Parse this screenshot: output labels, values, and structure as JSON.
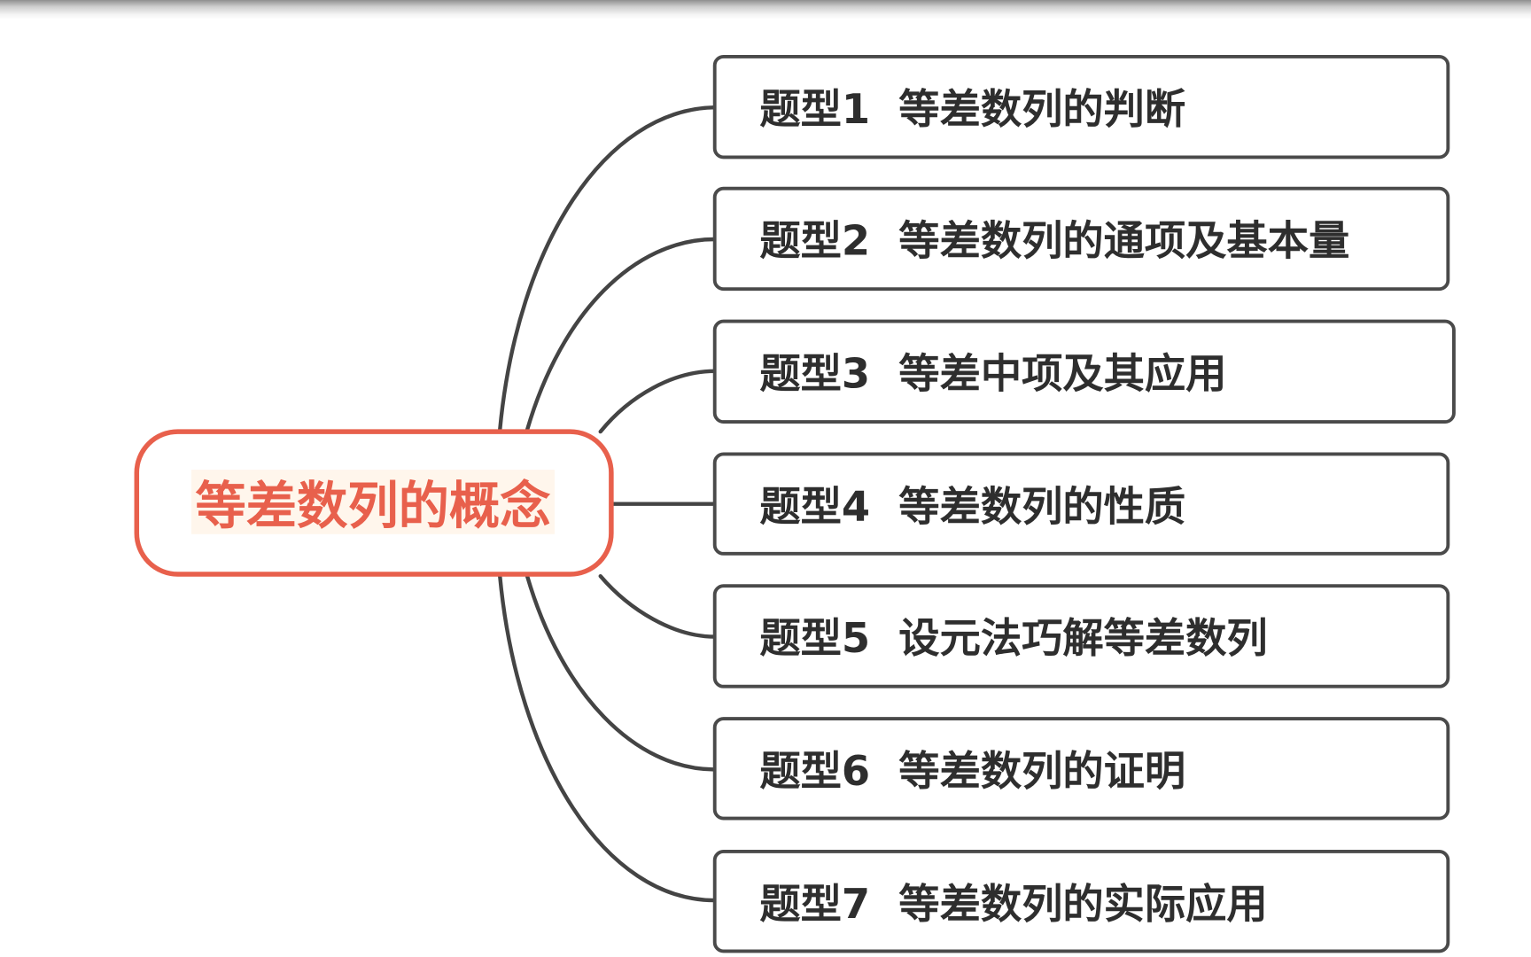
{
  "mindmap": {
    "central": {
      "label": "等差数列的概念",
      "border_color": "#E8604C",
      "text_color": "#E8604C",
      "highlight_color": "#FFF6EC"
    },
    "connector_color": "#444444",
    "branch_border_color": "#4A4A4A",
    "branch_text_color": "#2E2E2E",
    "branches": [
      {
        "label": "题型1  等差数列的判断"
      },
      {
        "label": "题型2  等差数列的通项及基本量"
      },
      {
        "label": "题型3  等差中项及其应用"
      },
      {
        "label": "题型4  等差数列的性质"
      },
      {
        "label": "题型5  设元法巧解等差数列"
      },
      {
        "label": "题型6  等差数列的证明"
      },
      {
        "label": "题型7  等差数列的实际应用"
      }
    ]
  }
}
